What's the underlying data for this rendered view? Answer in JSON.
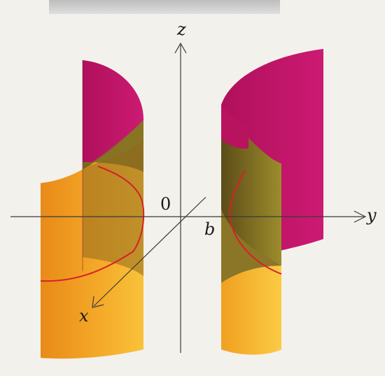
{
  "figure": {
    "axes": {
      "z_label": "z",
      "y_label": "y",
      "x_label": "x",
      "origin_label": "0",
      "b_label": "b"
    },
    "colors": {
      "background": "#f3f1ec",
      "header_band": "#cfcfcf",
      "magenta": "#c4156a",
      "orange": "#f0a020",
      "olive": "#8a7a22",
      "red_curve": "#d8202a",
      "axis": "#3a3a3a"
    }
  }
}
